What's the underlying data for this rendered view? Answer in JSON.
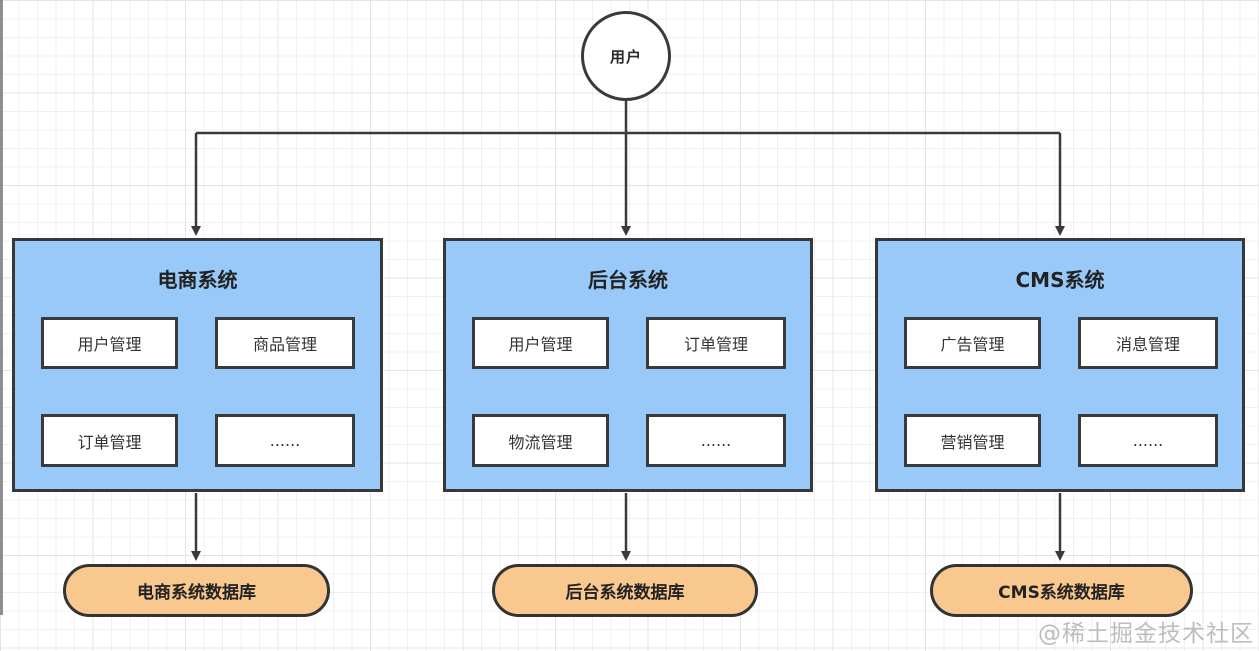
{
  "diagram": {
    "user_node": {
      "label": "用户"
    },
    "systems": [
      {
        "title": "电商系统",
        "modules": [
          "用户管理",
          "商品管理",
          "订单管理",
          "......"
        ],
        "database": "电商系统数据库"
      },
      {
        "title": "后台系统",
        "modules": [
          "用户管理",
          "订单管理",
          "物流管理",
          "......"
        ],
        "database": "后台系统数据库"
      },
      {
        "title": "CMS系统",
        "modules": [
          "广告管理",
          "消息管理",
          "营销管理",
          "......"
        ],
        "database": "CMS系统数据库"
      }
    ],
    "watermark": "@稀土掘金技术社区",
    "colors": {
      "system_fill": "#98c9f8",
      "database_fill": "#f9c88f",
      "module_fill": "#ffffff",
      "border": "#3a3a3a",
      "grid_line": "#ededed"
    }
  }
}
